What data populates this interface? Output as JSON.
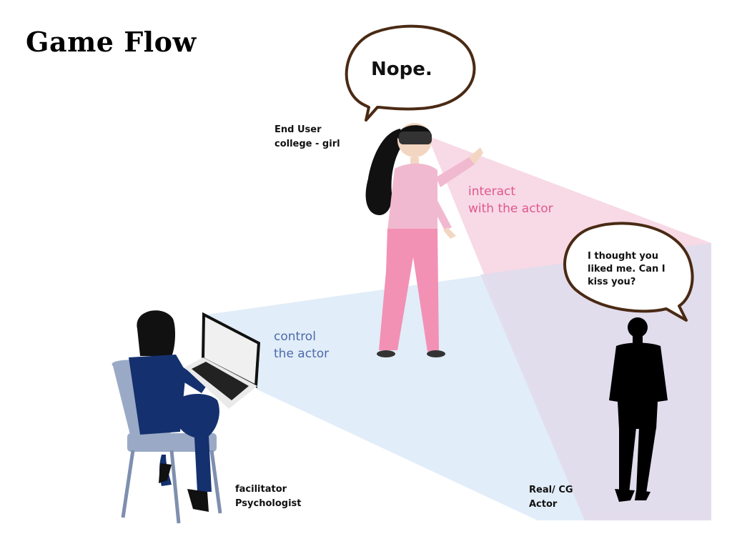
{
  "title": "Game Flow",
  "roles": {
    "end_user": {
      "line1": "End User",
      "line2": "college - girl"
    },
    "facilitator": {
      "line1": "facilitator",
      "line2": "Psychologist"
    },
    "actor": {
      "line1": "Real/ CG",
      "line2": "Actor"
    }
  },
  "flows": {
    "interact": {
      "line1": "interact",
      "line2": "with the actor",
      "color": "#e0578d"
    },
    "control": {
      "line1": "control",
      "line2": "the actor",
      "color": "#4f6aa8"
    }
  },
  "speech": {
    "user": "Nope.",
    "actor": [
      "I thought you",
      "liked me. Can I",
      "kiss you?"
    ]
  },
  "colors": {
    "interact_zone": "#f6d3e1",
    "control_zone": "#d9e8f8",
    "overlap_zone": "#e2dcec",
    "bubble_stroke": "#4a2a14",
    "pink_pants": "#f291b4",
    "navy_suit": "#14306e",
    "chair": "#9aaac6"
  },
  "icons": [
    "speech-bubble-icon",
    "vr-headset-icon",
    "laptop-icon",
    "chair-icon",
    "person-silhouette-icon"
  ]
}
